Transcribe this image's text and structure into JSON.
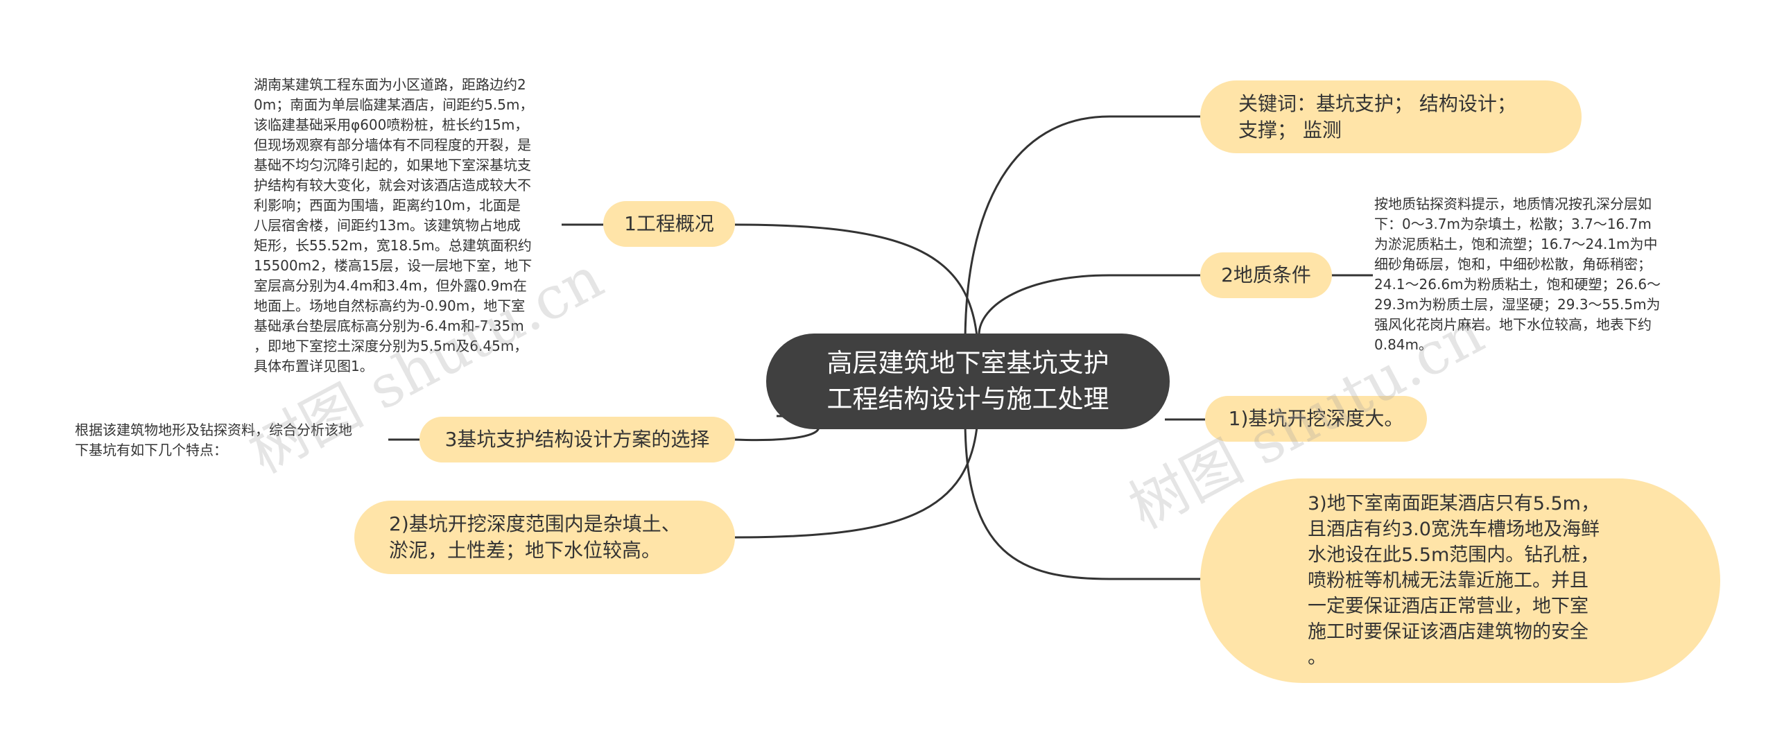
{
  "center": {
    "line1": "高层建筑地下室基坑支护",
    "line2": "工程结构设计与施工处理"
  },
  "right": {
    "keywords": {
      "line1": "关键词：基坑支护；  结构设计；",
      "line2": "支撑；  监测"
    },
    "geology": {
      "label": "2地质条件",
      "lines": [
        "按地质钻探资料提示，地质情况按孔深分层如",
        "下：0～3.7m为杂填土，松散；3.7～16.7m",
        "为淤泥质粘土，饱和流塑；16.7～24.1m为中",
        "细砂角砾层，饱和，中细砂松散，角砾稍密；",
        "24.1～26.6m为粉质粘土，饱和硬塑；26.6～",
        "29.3m为粉质土层，湿坚硬；29.3～55.5m为",
        "强风化花岗片麻岩。地下水位较高，地表下约",
        "0.84m。"
      ]
    },
    "depth": {
      "label": "1)基坑开挖深度大。"
    },
    "hotel": {
      "lines": [
        "3)地下室南面距某酒店只有5.5m，",
        "且酒店有约3.0宽洗车槽场地及海鲜",
        "水池设在此5.5m范围内。钻孔桩，",
        "喷粉桩等机械无法靠近施工。并且",
        "一定要保证酒店正常营业，地下室",
        "施工时要保证该酒店建筑物的安全",
        "。"
      ]
    }
  },
  "left": {
    "overview": {
      "label": "1工程概况",
      "lines": [
        "湖南某建筑工程东面为小区道路，距路边约2",
        "0m；南面为单层临建某酒店，间距约5.5m，",
        "该临建基础采用φ600喷粉桩，桩长约15m，",
        "但现场观察有部分墙体有不同程度的开裂，是",
        "基础不均匀沉降引起的，如果地下室深基坑支",
        "护结构有较大变化，就会对该酒店造成较大不",
        "利影响；西面为围墙，距离约10m，北面是",
        "八层宿舍楼，间距约13m。该建筑物占地成",
        "矩形，长55.52m，宽18.5m。总建筑面积约",
        "15500m2，楼高15层，设一层地下室，地下",
        "室层高分别为4.4m和3.4m，但外露0.9m在",
        "地面上。场地自然标高约为-0.90m，地下室",
        "基础承台垫层底标高分别为-6.4m和-7.35m",
        "，即地下室挖土深度分别为5.5m及6.45m，",
        "具体布置详见图1。"
      ]
    },
    "scheme": {
      "label": "3基坑支护结构设计方案的选择",
      "lines": [
        "根据该建筑物地形及钻探资料，综合分析该地",
        "下基坑有如下几个特点："
      ]
    },
    "soil": {
      "line1": "2)基坑开挖深度范围内是杂填土、",
      "line2": "淤泥，土性差；地下水位较高。"
    }
  },
  "watermarks": [
    "树图 shutu.cn",
    "树图 shutu.cn"
  ],
  "colors": {
    "center_bg": "#404040",
    "pill_bg": "#ffe4a8",
    "line": "#333333"
  }
}
